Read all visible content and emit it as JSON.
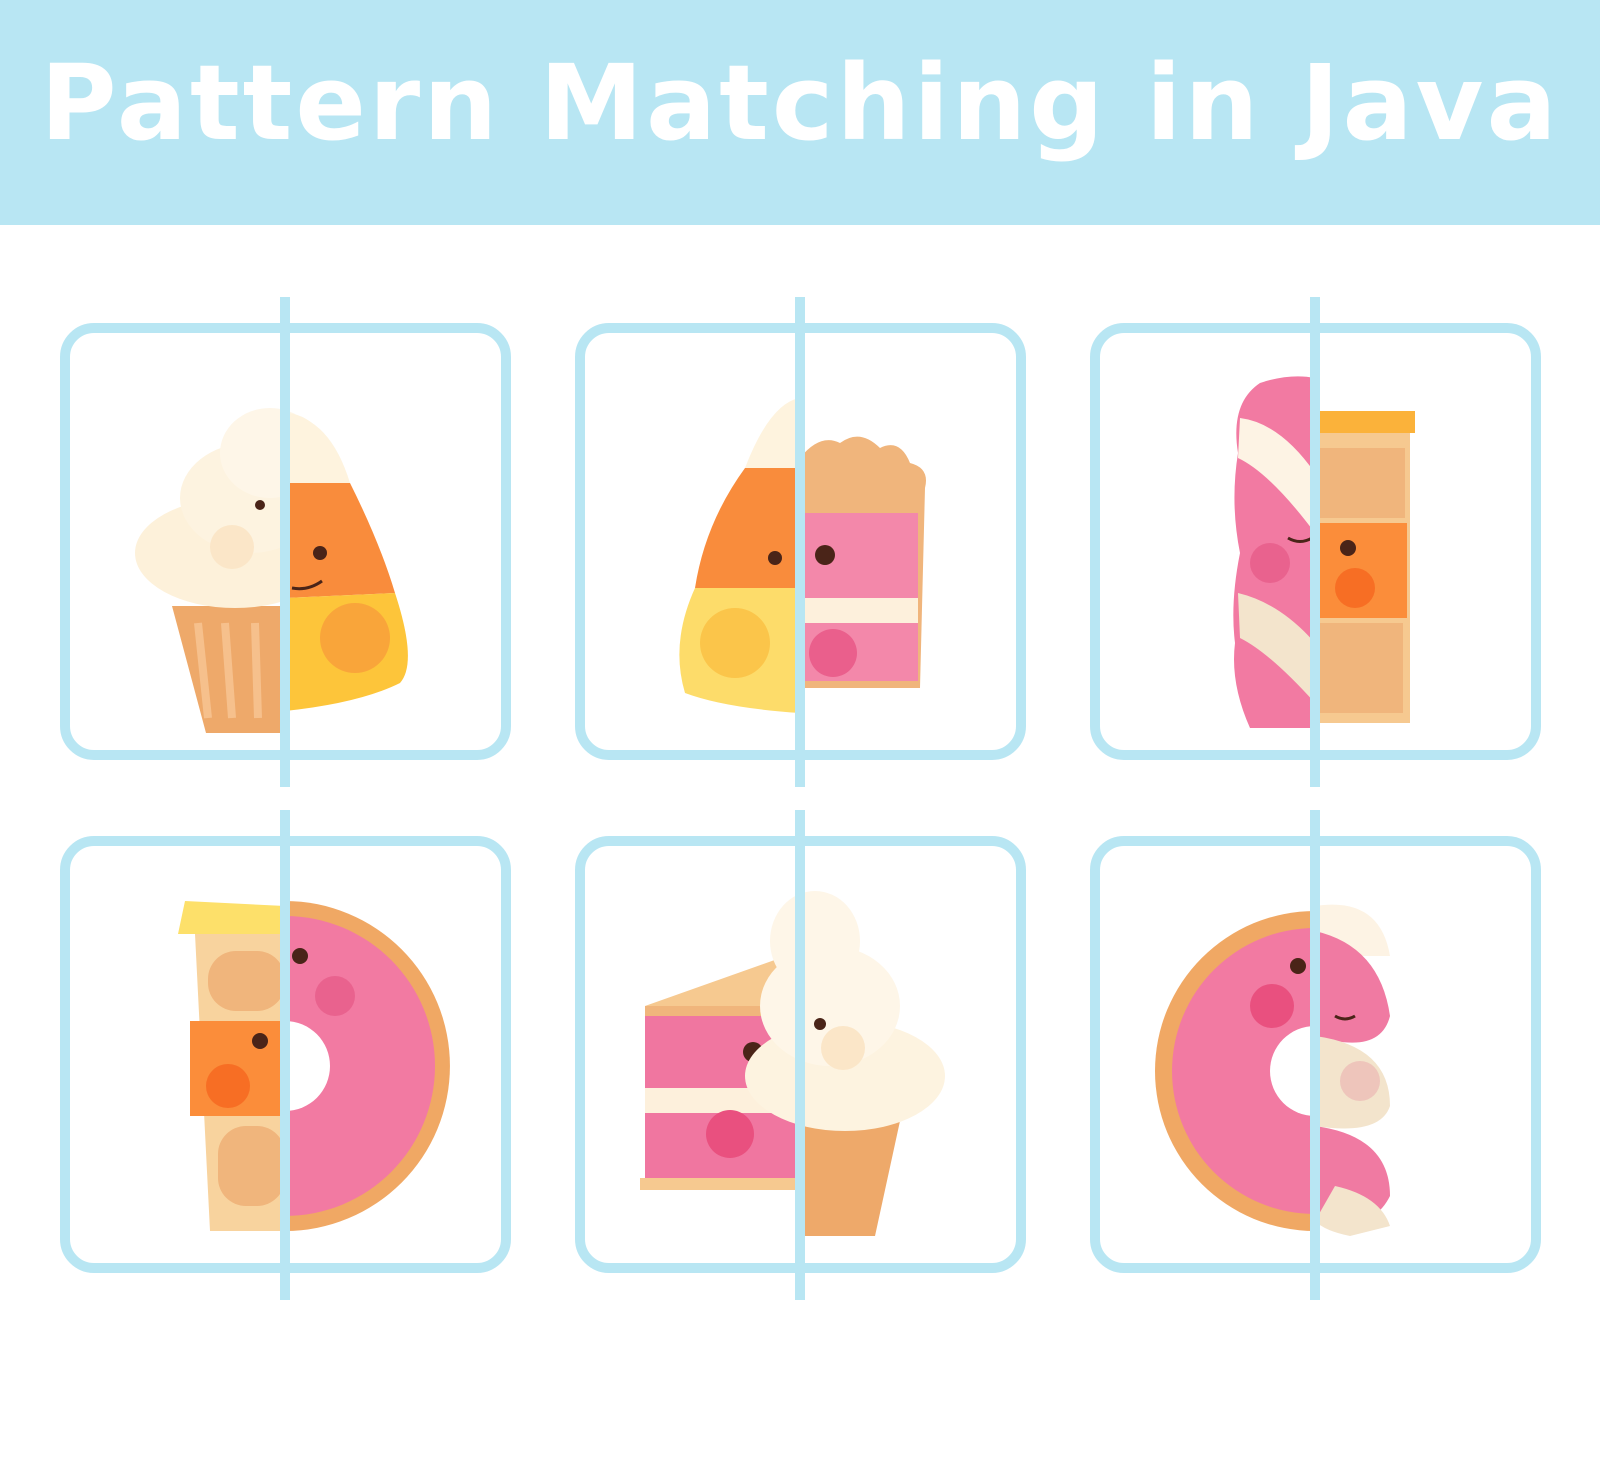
{
  "header": {
    "title": "Pattern Matching in Java",
    "background_color": "#b8e6f3",
    "text_color": "#ffffff"
  },
  "frame_color": "#b8e6f3",
  "cards": [
    {
      "row": 1,
      "col": 1,
      "left_half": "cupcake",
      "right_half": "candy-corn"
    },
    {
      "row": 1,
      "col": 2,
      "left_half": "candy-corn",
      "right_half": "cake-slice"
    },
    {
      "row": 1,
      "col": 3,
      "left_half": "marshmallow-twist",
      "right_half": "coffee-cup"
    },
    {
      "row": 2,
      "col": 1,
      "left_half": "coffee-cup",
      "right_half": "donut"
    },
    {
      "row": 2,
      "col": 2,
      "left_half": "cake-slice",
      "right_half": "cupcake"
    },
    {
      "row": 2,
      "col": 3,
      "left_half": "donut",
      "right_half": "marshmallow-twist"
    }
  ]
}
